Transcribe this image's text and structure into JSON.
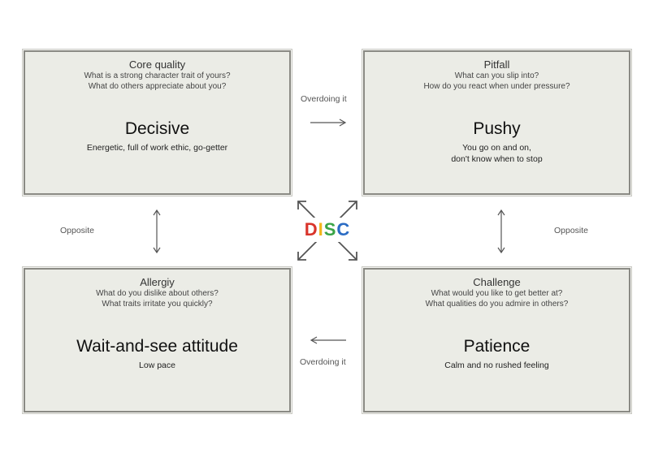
{
  "cards": {
    "core_quality": {
      "title": "Core quality",
      "q1": "What is a strong character trait of yours?",
      "q2": "What do others appreciate about you?",
      "main": "Decisive",
      "desc1": "Energetic, full of work ethic, go-getter",
      "desc2": ""
    },
    "pitfall": {
      "title": "Pitfall",
      "q1": "What can you slip into?",
      "q2": "How do you react when under pressure?",
      "main": "Pushy",
      "desc1": "You go on and on,",
      "desc2": "don't know when to stop"
    },
    "allergy": {
      "title": "Allergiy",
      "q1": "What do you dislike about others?",
      "q2": "What traits irritate you quickly?",
      "main": "Wait-and-see attitude",
      "desc1": "Low pace",
      "desc2": ""
    },
    "challenge": {
      "title": "Challenge",
      "q1": "What would you like to get better at?",
      "q2": "What qualities do you admire in others?",
      "main": "Patience",
      "desc1": "Calm and no rushed feeling",
      "desc2": ""
    }
  },
  "labels": {
    "overdoing_top": "Overdoing it",
    "overdoing_bottom": "Overdoing it",
    "opposite_left": "Opposite",
    "opposite_right": "Opposite"
  },
  "logo": {
    "letters": [
      "D",
      "I",
      "S",
      "C"
    ],
    "colors": [
      "#d9342b",
      "#f2b51b",
      "#3aa447",
      "#2b6cc4"
    ]
  }
}
